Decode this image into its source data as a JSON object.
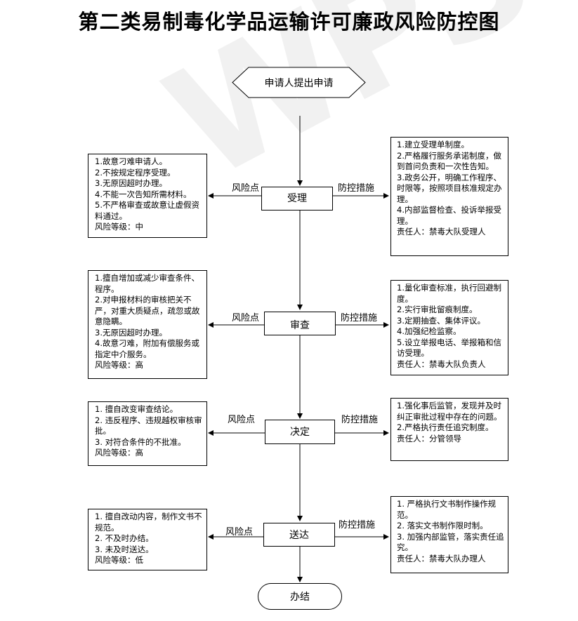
{
  "title": "第二类易制毒化学品运输许可廉政风险防控图",
  "start": "申请人提出申请",
  "end": "办结",
  "risk_label": "风险点",
  "control_label": "防控措施",
  "stages": [
    {
      "name": "受理",
      "risks": [
        "1.故意刁难申请人。",
        "2.不按规定程序受理。",
        "3.无原因超时办理。",
        "4.不能一次告知所需材料。",
        "5.不严格审查或故意让虚假资料通过。",
        "风险等级：中"
      ],
      "controls": [
        "1.建立受理单制度。",
        "2.严格履行服务承诺制度，做到首问负责和一次性告知。",
        "3.政务公开，明确工作程序、时限等，按照项目核准规定办理。",
        "4.内部监督检查、投诉举报受理。",
        "责任人：禁毒大队受理人"
      ]
    },
    {
      "name": "审查",
      "risks": [
        "1.擅自增加或减少审查条件、程序。",
        "2.对申报材料的审核把关不严，对重大质疑点，疏忽或故意隐瞒。",
        "3.无原因超时办理。",
        "4.故意刁难，附加有偿服务或指定中介服务。",
        "风险等级：高"
      ],
      "controls": [
        "1.量化审查标准，执行回避制度。",
        "2.实行审批留痕制度。",
        "3.定期抽查、集体评议。",
        "4.加强纪检监察。",
        "5.设立举报电话、举报箱和信访受理。",
        "责任人：禁毒大队负责人"
      ]
    },
    {
      "name": "决定",
      "risks": [
        "1. 擅自改变审查结论。",
        "2. 违反程序、违规越权审核审批。",
        "3. 对符合条件的不批准。",
        "风险等级：高"
      ],
      "controls": [
        "1.强化事后监管，发现并及时纠正审批过程中存在的问题。",
        "2.严格执行责任追究制度。",
        "责任人：分管领导"
      ]
    },
    {
      "name": "送达",
      "risks": [
        "1. 擅自改动内容，制作文书不规范。",
        "2. 不及时办结。",
        "3. 未及时送达。",
        "风险等级：低"
      ],
      "controls": [
        "1. 严格执行文书制作操作规范。",
        "2. 落实文书制作限时制。",
        "3. 加强内部监管，落实责任追究。",
        "责任人：禁毒大队办理人"
      ]
    }
  ]
}
